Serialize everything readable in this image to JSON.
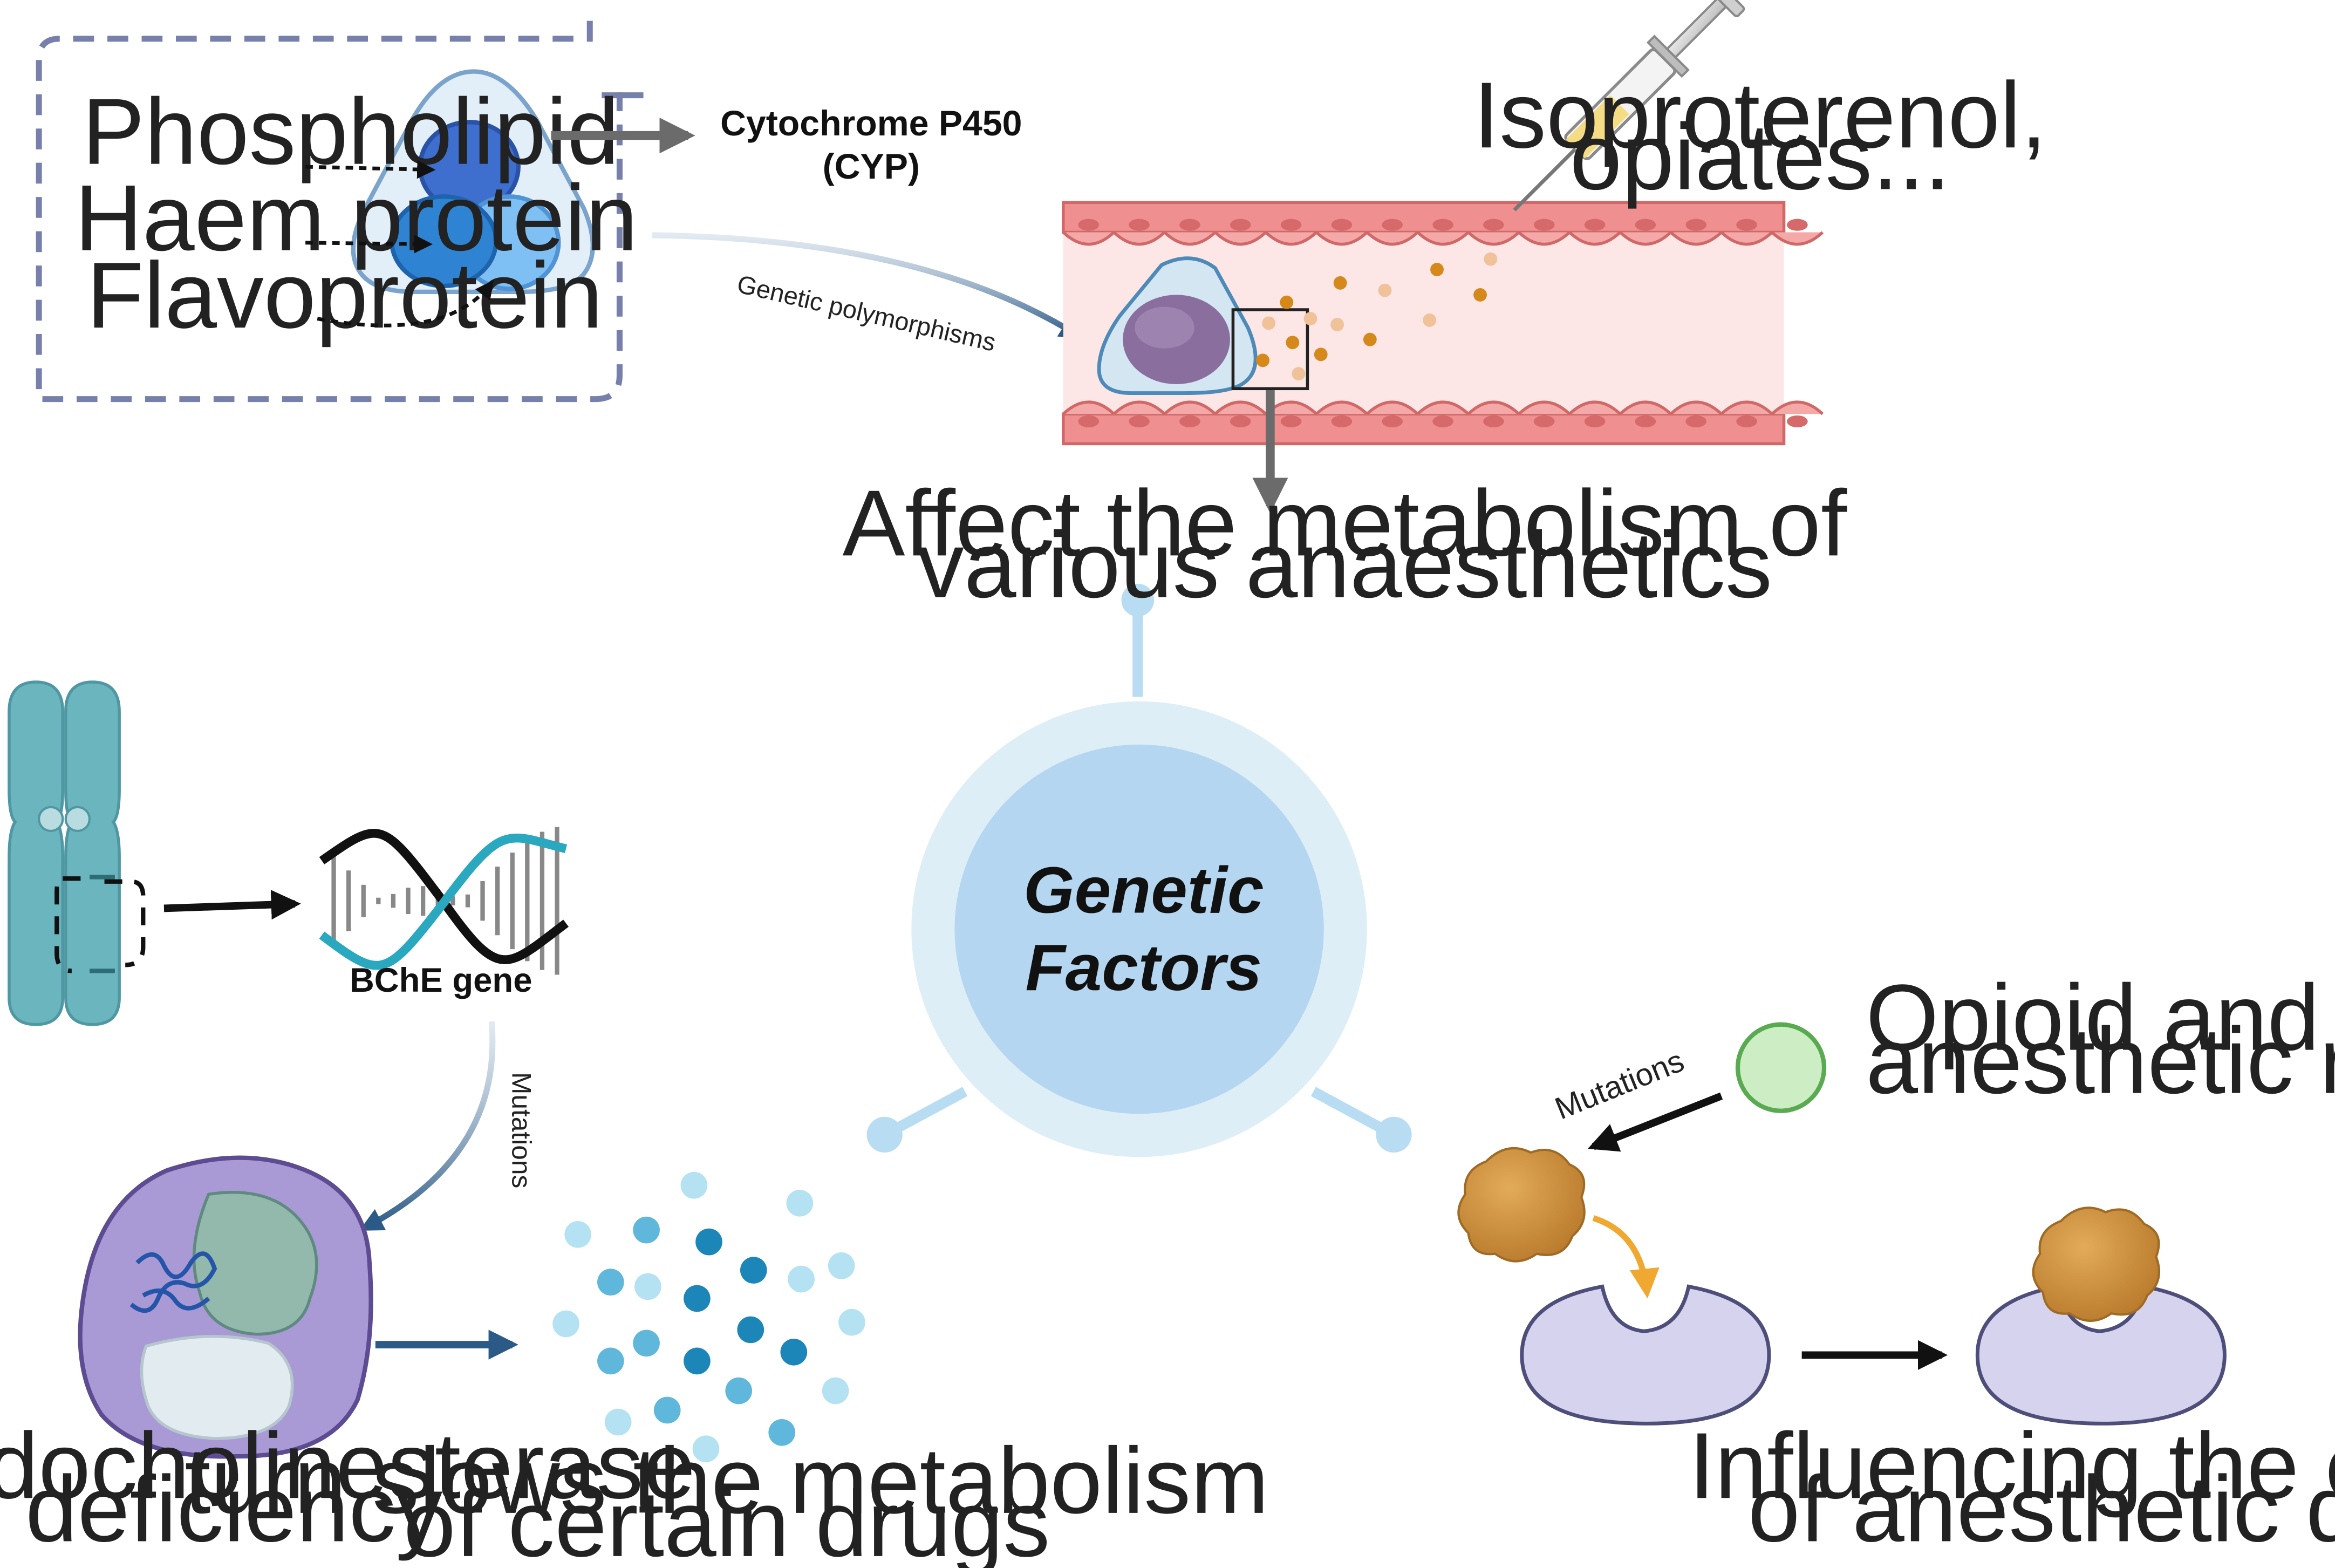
{
  "center": {
    "line1": "Genetic",
    "line2": "Factors"
  },
  "cyp": {
    "components": [
      "Phospholipid",
      "Haem protein",
      "Flavoprotein"
    ],
    "title_line1": "Cytochrome P450",
    "title_line2": "(CYP)",
    "arrow_label": "Genetic  polymorphisms"
  },
  "vessel": {
    "drug_line1": "Isoproterenol,",
    "drug_line2": "opiates...",
    "effect_line1": "Affect the metabolism of",
    "effect_line2": "various anaesthetics"
  },
  "bche": {
    "gene_label": "BChE gene",
    "mutations_label": "Mutations",
    "deficiency_line1": "Pseudocholinesterase",
    "deficiency_line2": "deficiency",
    "result_line1": "turn slows the metabolism",
    "result_line2": "of certain drugs"
  },
  "receptor": {
    "mutations_label": "Mutations",
    "receptor_line1": "Opioid and volatile",
    "receptor_line2": "anesthetic receptors",
    "effect_line1": "Influencing the effects",
    "effect_line2": "of anesthetic drugs"
  },
  "colors": {
    "hub_outer": "#deeef7",
    "hub_inner": "#b4d6f0",
    "connector": "#b8dcf2",
    "vessel_wall": "#ef8f8f",
    "vessel_lumen": "#fde6e6",
    "arrow_blue": "#2c5a86",
    "arrow_gray": "#6b6b6b",
    "dna_teal": "#2aa8c0",
    "cell_purple": "#a99ad6",
    "receptor": "#d6d3ee",
    "ligand": "#d09440",
    "receptor_circle": "#cdeec4"
  }
}
